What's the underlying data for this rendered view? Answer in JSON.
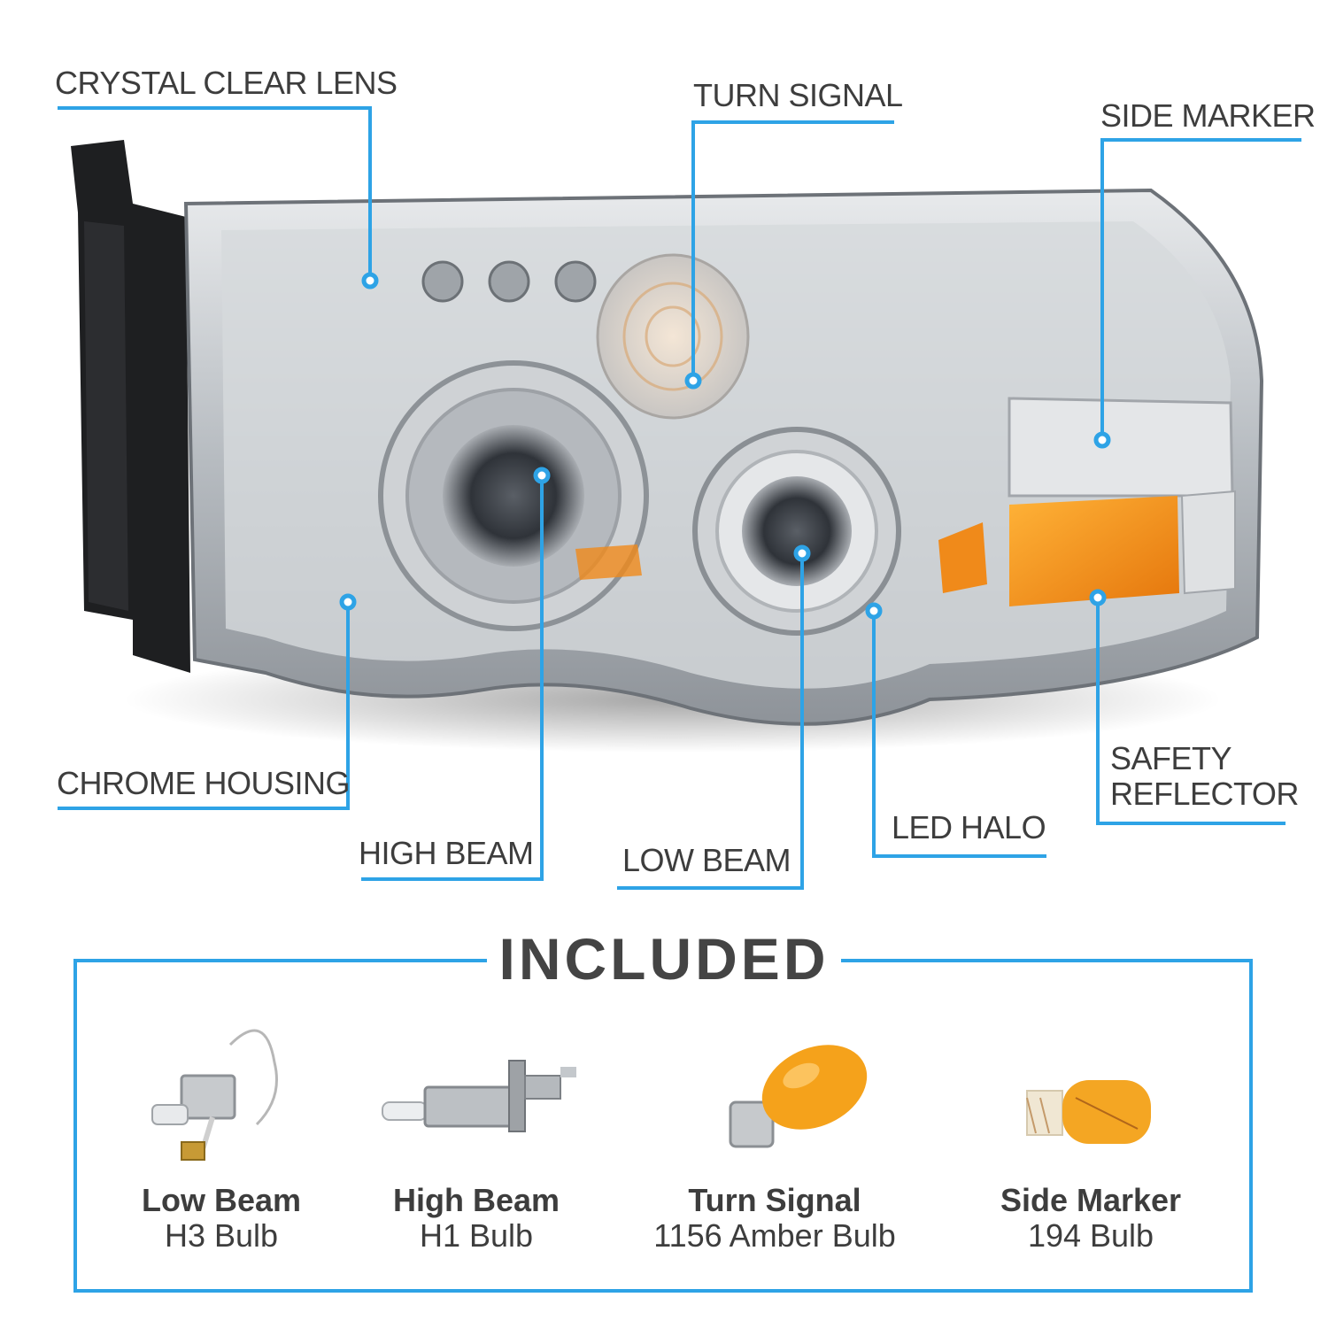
{
  "callouts": {
    "crystal_clear_lens": "CRYSTAL CLEAR LENS",
    "turn_signal": "TURN SIGNAL",
    "side_marker": "SIDE MARKER",
    "chrome_housing": "CHROME HOUSING",
    "high_beam": "HIGH BEAM",
    "low_beam": "LOW BEAM",
    "led_halo": "LED HALO",
    "safety_reflector_line1": "SAFETY",
    "safety_reflector_line2": "REFLECTOR"
  },
  "included": {
    "title": "INCLUDED",
    "bulbs": [
      {
        "name": "Low Beam",
        "type": "H3 Bulb",
        "icon": "h3-bulb-icon"
      },
      {
        "name": "High Beam",
        "type": "H1 Bulb",
        "icon": "h1-bulb-icon"
      },
      {
        "name": "Turn Signal",
        "type": "1156 Amber Bulb",
        "icon": "amber-1156-bulb-icon"
      },
      {
        "name": "Side Marker",
        "type": "194 Bulb",
        "icon": "wedge-194-bulb-icon"
      }
    ]
  },
  "colors": {
    "accent_blue": "#2ea3e6",
    "text_dark": "#3d3d3d",
    "amber": "#f29a1e",
    "chrome": "#c9ccd0"
  }
}
